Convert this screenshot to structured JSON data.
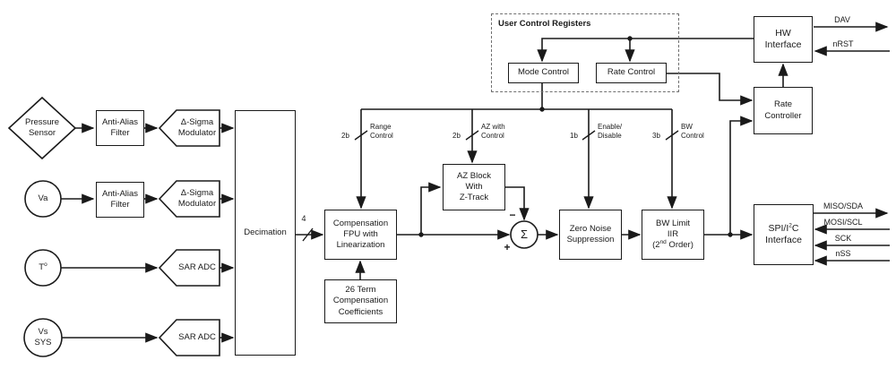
{
  "palette": {
    "ink": "#1a1a1a",
    "bg": "#ffffff"
  },
  "inputs": {
    "pressure_sensor": {
      "l1": "Pressure",
      "l2": "Sensor"
    },
    "va": "Va",
    "temp": {
      "base": "T",
      "sup": "o"
    },
    "vs": {
      "l1": "Vs",
      "l2": "SYS"
    }
  },
  "front_end": {
    "anti_alias_1": {
      "l1": "Anti-Alias",
      "l2": "Filter"
    },
    "anti_alias_2": {
      "l1": "Anti-Alias",
      "l2": "Filter"
    },
    "ds_mod_1": {
      "l1": "Δ-Sigma",
      "l2": "Modulator"
    },
    "ds_mod_2": {
      "l1": "Δ-Sigma",
      "l2": "Modulator"
    },
    "sar_adc_1": "SAR ADC",
    "sar_adc_2": "SAR ADC",
    "decimation": "Decimation",
    "decim_bus_width": "4"
  },
  "dsp": {
    "fpu": {
      "l1": "Compensation",
      "l2": "FPU with",
      "l3": "Linearization"
    },
    "coefficients": {
      "l1": "26 Term",
      "l2": "Compensation",
      "l3": "Coefficients"
    },
    "az_block": {
      "l1": "AZ Block",
      "l2": "With",
      "l3": "Z-Track"
    },
    "sum": {
      "symbol": "Σ",
      "plus": "+",
      "minus": "−"
    },
    "zero_noise": {
      "l1": "Zero Noise",
      "l2": "Suppression"
    },
    "bw_limit": {
      "l1": "BW Limit",
      "l2": "IIR",
      "l3a": "(2",
      "l3sup": "nd",
      "l3b": " Order)"
    }
  },
  "controls": {
    "user_control_registers": "User Control Registers",
    "mode_control": "Mode Control",
    "rate_control": "Rate Control",
    "range": {
      "width": "2b",
      "l1": "Range",
      "l2": "Control"
    },
    "az": {
      "width": "2b",
      "l1": "AZ with",
      "l2": "Control"
    },
    "enable": {
      "width": "1b",
      "l1": "Enable/",
      "l2": "Disable"
    },
    "bw": {
      "width": "3b",
      "l1": "BW",
      "l2": "Control"
    }
  },
  "interfaces": {
    "hw": {
      "l1": "HW",
      "l2": "Interface"
    },
    "rate_controller": {
      "l1": "Rate",
      "l2": "Controller"
    },
    "spi": {
      "l1a": "SPI/I",
      "l1sup": "2",
      "l1b": "C",
      "l2": "Interface"
    },
    "signals": {
      "dav": "DAV",
      "nrst": "nRST",
      "miso": "MISO/SDA",
      "mosi": "MOSI/SCL",
      "sck": "SCK",
      "nss": "nSS"
    }
  }
}
